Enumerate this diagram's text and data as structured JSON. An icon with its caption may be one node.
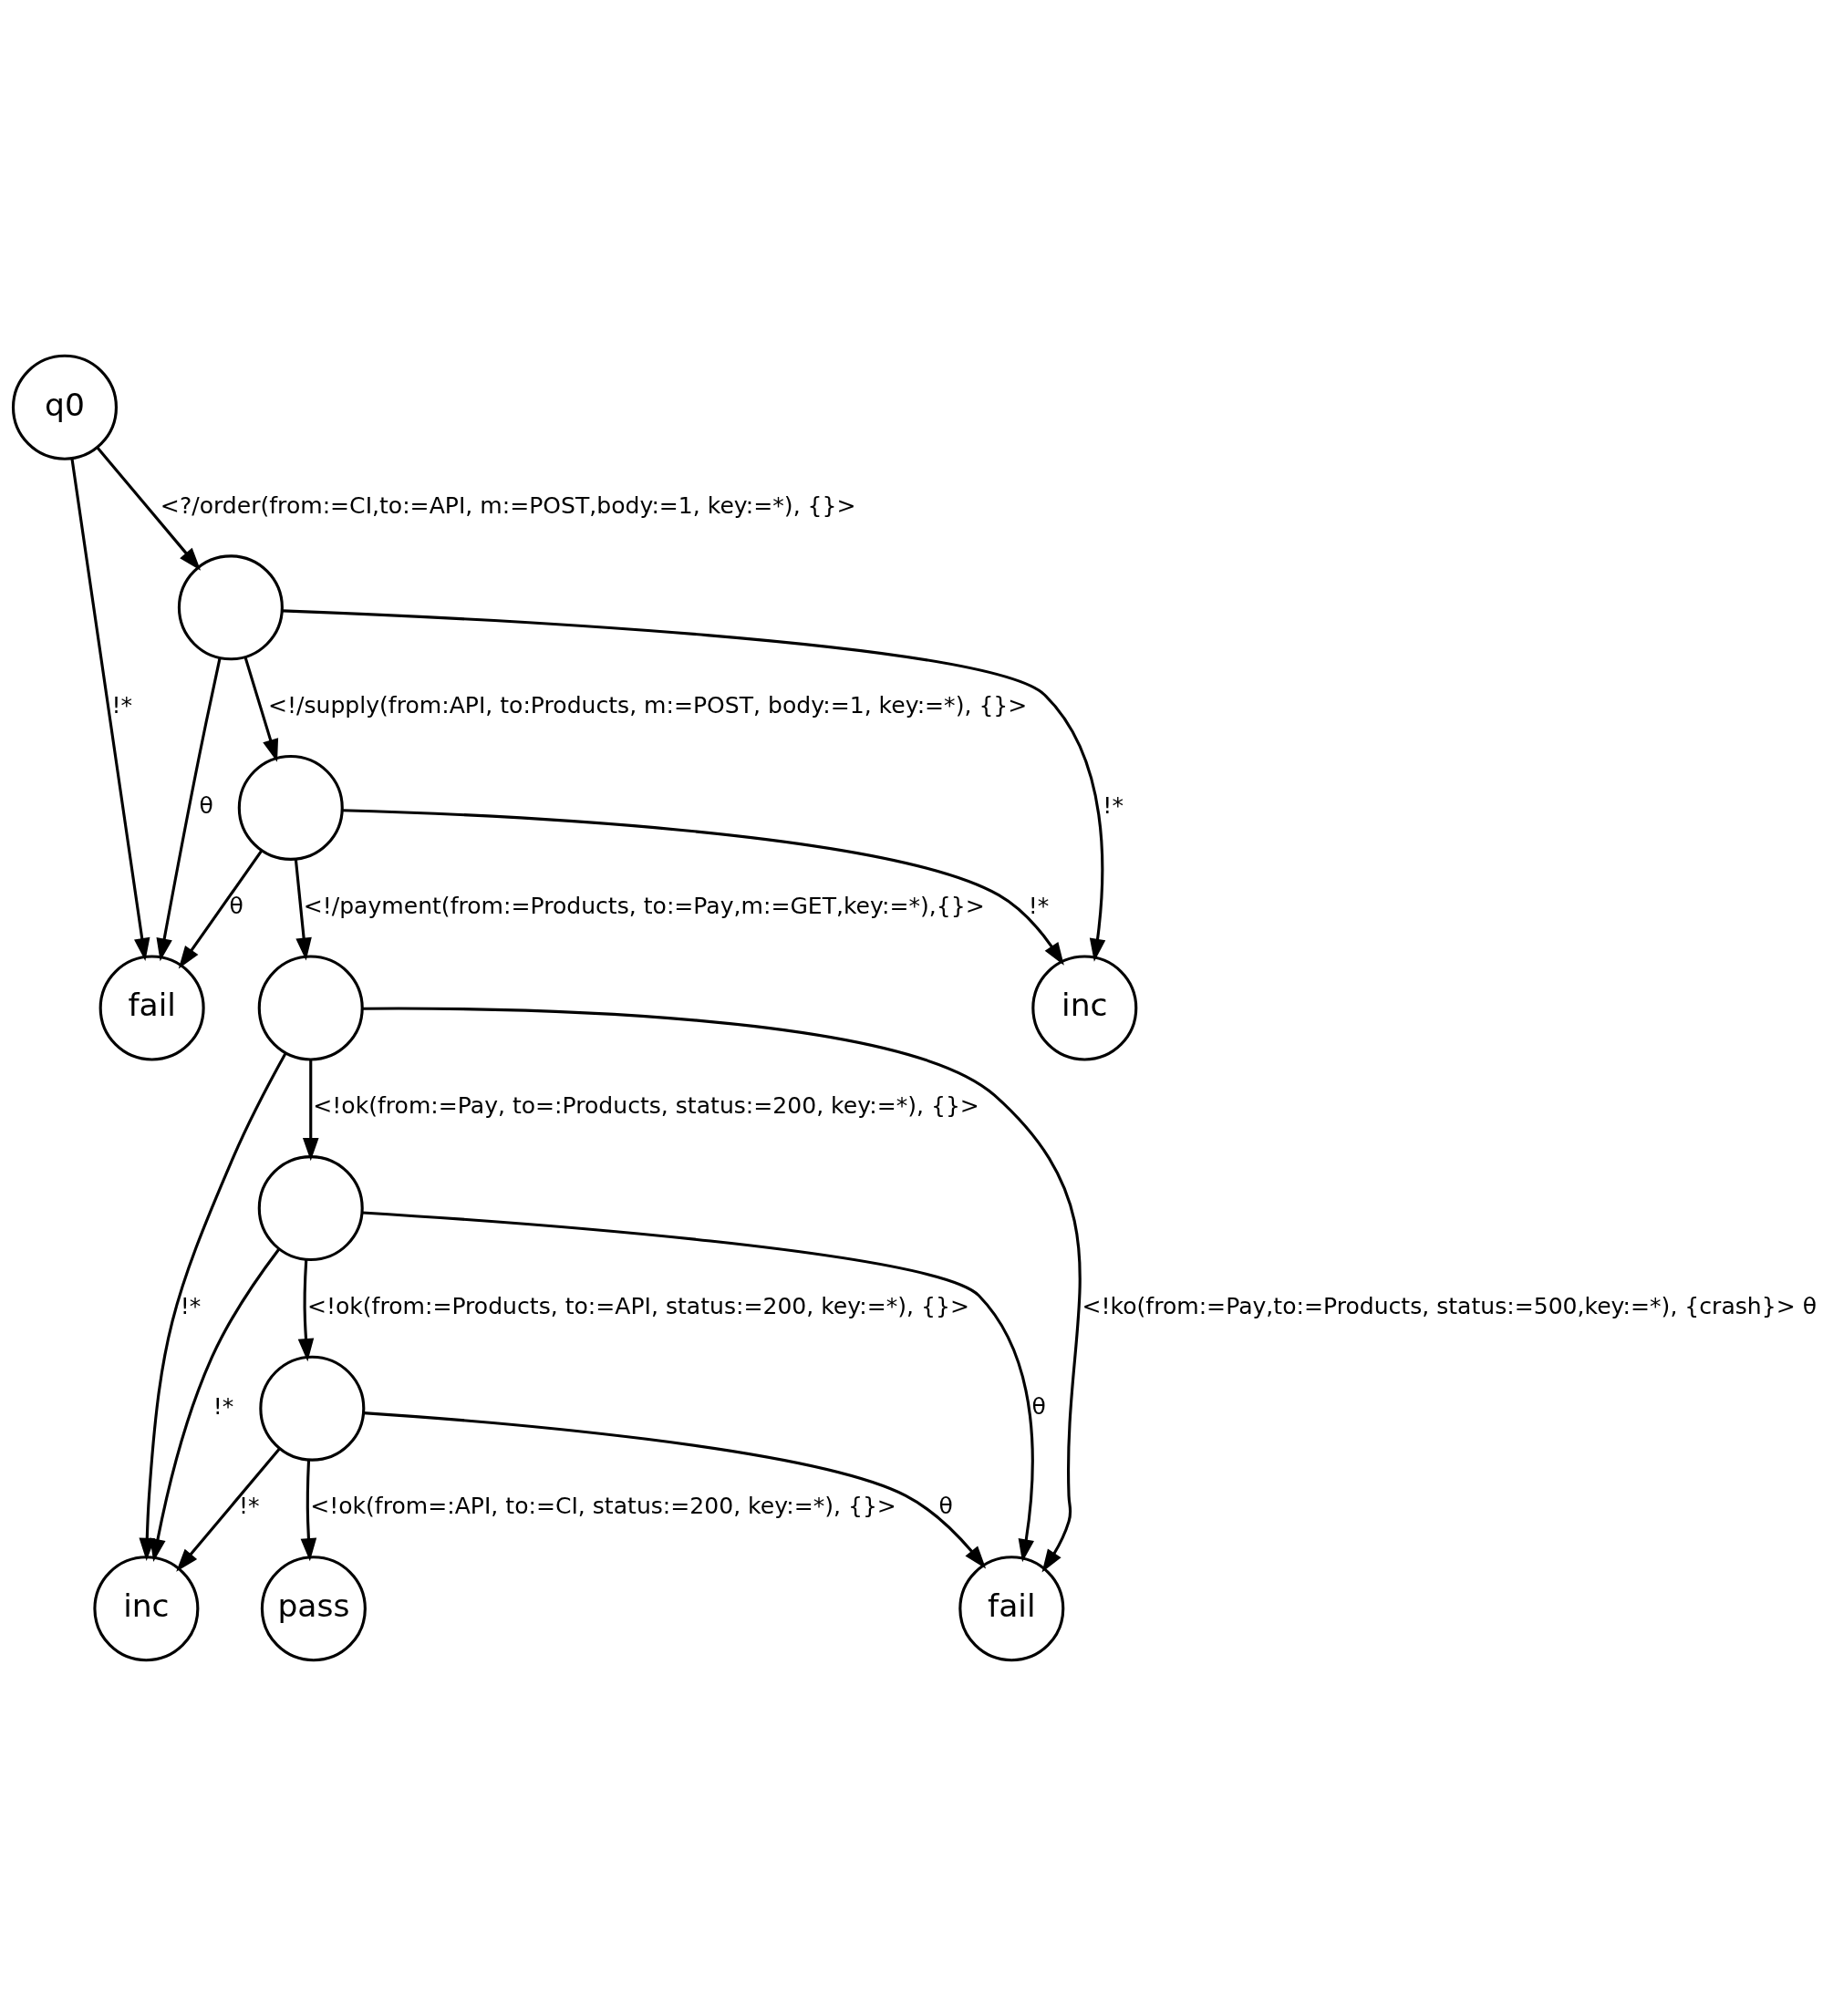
{
  "diagram": {
    "nodes": [
      {
        "text": [
          "q0"
        ]
      },
      {
        "text": [],
        "shape": "circle"
      },
      {
        "text": [
          "fail"
        ]
      },
      {
        "text": [],
        "shape": "circle"
      },
      {
        "text": [
          "inc"
        ]
      },
      {
        "text": [],
        "shape": "circle"
      },
      {
        "text": [],
        "shape": "circle"
      },
      {
        "text": [
          "inc"
        ]
      },
      {
        "text": [],
        "shape": "circle"
      },
      {
        "text": [
          "fail"
        ]
      },
      {
        "text": [
          "pass"
        ]
      }
    ],
    "edges": [
      {
        "from": 0,
        "to": 1,
        "arrow": "to",
        "label": "<?/order(from:=CI,to:=API, m:=POST,body:=1, key:=*), {}>"
      },
      {
        "from": 0,
        "to": 2,
        "arrow": "to",
        "label": "!*"
      },
      {
        "from": 1,
        "to": 2,
        "arrow": "to",
        "label": "θ"
      },
      {
        "from": 1,
        "to": 3,
        "arrow": "to",
        "label": "<!/supply(from:API, to:Products, m:=POST, body:=1, key:=*), {}>"
      },
      {
        "from": 1,
        "to": 4,
        "arrow": "to",
        "label": "!*"
      },
      {
        "from": 3,
        "to": 2,
        "arrow": "to",
        "label": "θ"
      },
      {
        "from": 3,
        "to": 4,
        "arrow": "to",
        "label": "!*"
      },
      {
        "from": 3,
        "to": 5,
        "arrow": "to",
        "label": "<!/payment(from:=Products, to:=Pay,m:=GET,key:=*),{}>"
      },
      {
        "from": 5,
        "to": 9,
        "arrow": "to",
        "label": "<!ko(from:=Pay,to:=Products, status:=500,key:=*), {crash}> θ"
      },
      {
        "from": 5,
        "to": 7,
        "arrow": "to",
        "label": "!*"
      },
      {
        "from": 5,
        "to": 6,
        "arrow": "to",
        "label": "<!ok(from:=Pay, to=:Products, status:=200, key:=*), {}>"
      },
      {
        "from": 6,
        "to": 7,
        "arrow": "to",
        "label": "!*"
      },
      {
        "from": 6,
        "to": 9,
        "arrow": "to",
        "label": "θ"
      },
      {
        "from": 6,
        "to": 8,
        "arrow": "to",
        "label": "<!ok(from:=Products, to:=API, status:=200, key:=*), {}>"
      },
      {
        "from": 8,
        "to": 7,
        "arrow": "to",
        "label": "!*"
      },
      {
        "from": 8,
        "to": 9,
        "arrow": "to",
        "label": "θ"
      },
      {
        "from": 8,
        "to": 10,
        "arrow": "to",
        "label": "<!ok(from=:API, to:=CI, status:=200, key:=*), {}>"
      }
    ]
  }
}
